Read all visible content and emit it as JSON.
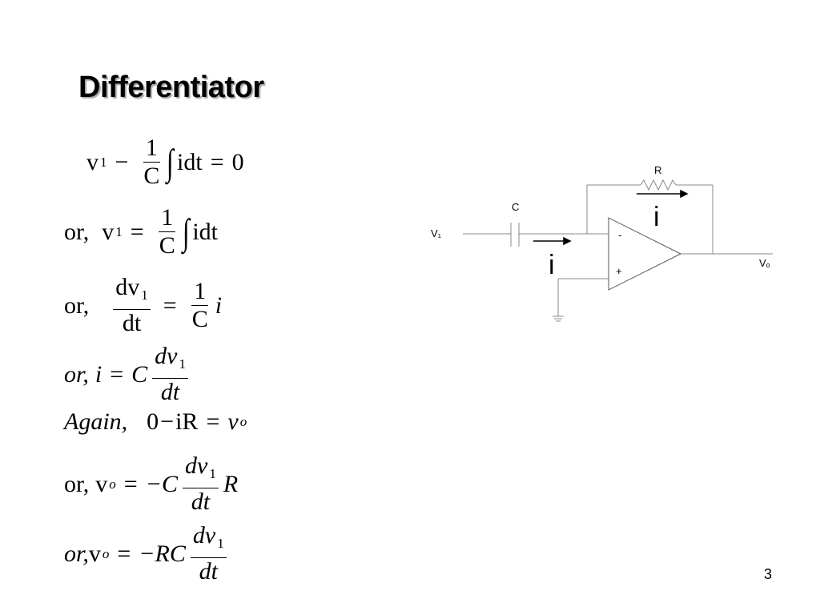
{
  "slide": {
    "title": "Differentiator",
    "page_number": "3"
  },
  "equations": {
    "eq1": {
      "lhs_v": "v",
      "lhs_sub": "1",
      "minus": "−",
      "frac_num": "1",
      "frac_den": "C",
      "integral": "∫",
      "body": "idt",
      "eq": "=",
      "rhs": "0"
    },
    "eq2": {
      "prefix": "or,",
      "v": "v",
      "sub": "1",
      "eq": "=",
      "frac_num": "1",
      "frac_den": "C",
      "integral": "∫",
      "body": "idt"
    },
    "eq3": {
      "prefix": "or,",
      "frac_num_d": "dv",
      "frac_num_sub": "1",
      "frac_den": "dt",
      "eq": "=",
      "frac2_num": "1",
      "frac2_den": "C",
      "i": "i"
    },
    "eq4": {
      "prefix": "or,",
      "i": "i",
      "eq": "=",
      "C": "C",
      "frac_num": "dv",
      "frac_num_sub": "1",
      "frac_den": "dt"
    },
    "eq5": {
      "prefix": "Again,",
      "zero": "0",
      "minus": "−",
      "iR": "iR",
      "eq": "=",
      "v": "v",
      "sub": "o"
    },
    "eq6": {
      "prefix": "or,",
      "v": "v",
      "sub": "o",
      "eq": "=",
      "negC": "−C",
      "frac_num": "dv",
      "frac_num_sub": "1",
      "frac_den": "dt",
      "R": "R"
    },
    "eq7": {
      "prefix": "or,",
      "v": "v",
      "sub": "o",
      "eq": "=",
      "negRC": "−RC",
      "frac_num": "dv",
      "frac_num_sub": "1",
      "frac_den": "dt"
    }
  },
  "circuit": {
    "label_R": "R",
    "label_C": "C",
    "label_v1": "V₁",
    "label_vo": "Vₒ",
    "label_current_top": "i",
    "label_current_bottom": "i",
    "label_minus": "-",
    "label_plus": "+"
  }
}
